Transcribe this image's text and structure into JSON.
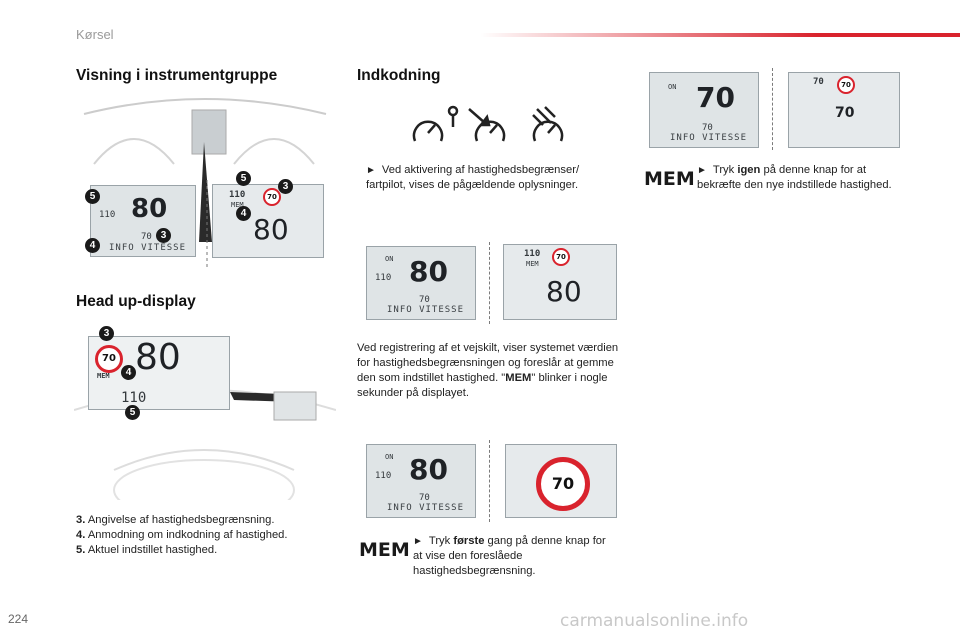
{
  "header": {
    "section": "Kørsel"
  },
  "left": {
    "title_cluster": "Visning i instrumentgruppe",
    "title_hud": "Head up-display",
    "cluster_lcd": {
      "speed": "80",
      "small": "110",
      "info": "INFO VITESSE",
      "setval": "70"
    },
    "cluster_hud": {
      "sign": "70",
      "limit": "110",
      "mem": "MEM",
      "speed": "80"
    },
    "hud": {
      "sign": "70",
      "mem": "MEM",
      "speed": "80",
      "setval": "110"
    },
    "callouts": {
      "n3": "3",
      "n4": "4",
      "n5": "5"
    },
    "legend": [
      {
        "num": "3.",
        "text": "Angivelse af hastighedsbegrænsning."
      },
      {
        "num": "4.",
        "text": "Anmodning om indkodning af hastighed."
      },
      {
        "num": "5.",
        "text": "Aktuel indstillet hastighed."
      }
    ]
  },
  "middle": {
    "title": "Indkodning",
    "step1_text": "Ved aktivering af hastighedsbegrænser/ fartpilot, vises de pågældende oplysninger.",
    "lcd_a": {
      "on": "ON",
      "small": "110",
      "speed": "80",
      "setval": "70",
      "info": "INFO VITESSE"
    },
    "hud_a": {
      "limit": "110",
      "mem": "MEM",
      "sign": "70",
      "speed": "80"
    },
    "step2_text_1": "Ved registrering af et vejskilt, viser systemet værdien for hastighedsbegrænsningen og foreslår at gemme den som indstillet hastighed. \"",
    "step2_bold": "MEM",
    "step2_text_2": "\" blinker i nogle sekunder på displayet.",
    "lcd_b": {
      "on": "ON",
      "small": "110",
      "speed": "80",
      "setval": "70",
      "info": "INFO VITESSE"
    },
    "sign_b": "70",
    "mem_key": "MEM",
    "step3_pre": "Tryk ",
    "step3_bold": "første",
    "step3_post": " gang på denne knap for at vise den foreslåede hastighedsbegrænsning."
  },
  "right": {
    "lcd_c": {
      "on": "ON",
      "speed": "70",
      "setval": "70",
      "info": "INFO VITESSE"
    },
    "hud_c": {
      "sign": "70",
      "limit": "70",
      "speed": "70"
    },
    "mem_key": "MEM",
    "step4_pre": "Tryk ",
    "step4_bold": "igen",
    "step4_post": " på denne knap for at bekræfte den nye indstillede hastighed."
  },
  "footer": {
    "page": "224",
    "watermark": "carmanualsonline.info"
  },
  "icons": {
    "bullet": "arrow-right-icon"
  },
  "colors": {
    "accent": "#d9232d"
  }
}
